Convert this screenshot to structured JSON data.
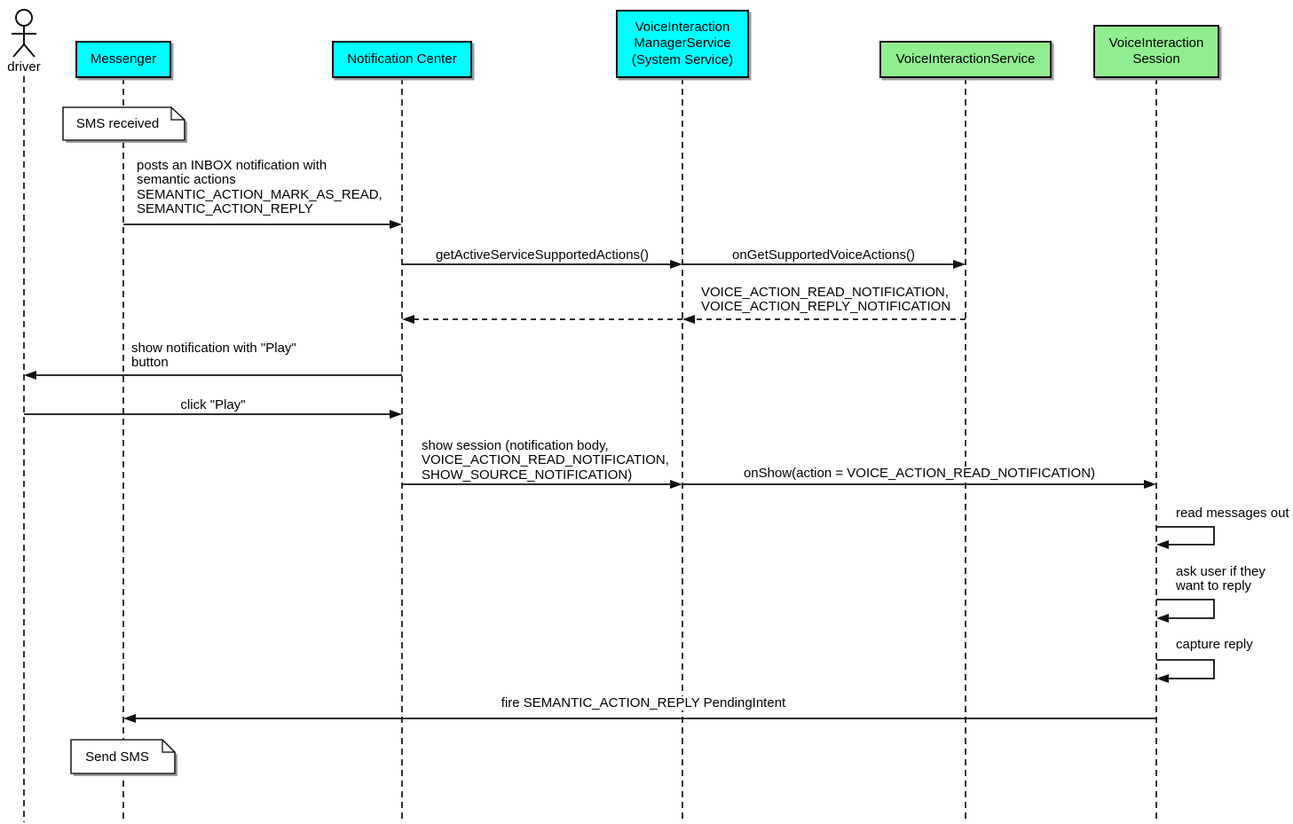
{
  "actor": {
    "name": "driver"
  },
  "participants": [
    {
      "name": "Messenger",
      "fill": "#00FFFF"
    },
    {
      "name": "Notification Center",
      "fill": "#00FFFF"
    },
    {
      "name": "VoiceInteraction\nManagerService\n(System Service)",
      "fill": "#00FFFF"
    },
    {
      "name": "VoiceInteractionService",
      "fill": "#90EE90"
    },
    {
      "name": "VoiceInteraction\nSession",
      "fill": "#90EE90"
    }
  ],
  "notes": [
    {
      "text": "SMS received",
      "attached_to": "Messenger"
    },
    {
      "text": "Send SMS",
      "attached_to": "Messenger"
    }
  ],
  "messages": [
    {
      "label": "posts an INBOX notification with\nsemantic actions\nSEMANTIC_ACTION_MARK_AS_READ,\nSEMANTIC_ACTION_REPLY",
      "from": "Messenger",
      "to": "Notification Center",
      "type": "solid"
    },
    {
      "label": "getActiveServiceSupportedActions()",
      "from": "Notification Center",
      "to": "VoiceInteraction ManagerService (System Service)",
      "type": "solid"
    },
    {
      "label": "onGetSupportedVoiceActions()",
      "from": "VoiceInteraction ManagerService (System Service)",
      "to": "VoiceInteractionService",
      "type": "solid"
    },
    {
      "label": "VOICE_ACTION_READ_NOTIFICATION,\nVOICE_ACTION_REPLY_NOTIFICATION",
      "from": "VoiceInteractionService",
      "to": "Notification Center",
      "type": "dashed-return"
    },
    {
      "label": "show notification with \"Play\"\nbutton",
      "from": "Notification Center",
      "to": "driver",
      "type": "solid"
    },
    {
      "label": "click \"Play\"",
      "from": "driver",
      "to": "Notification Center",
      "type": "solid"
    },
    {
      "label": "show session (notification body,\nVOICE_ACTION_READ_NOTIFICATION,\nSHOW_SOURCE_NOTIFICATION)",
      "from": "Notification Center",
      "to": "VoiceInteraction ManagerService (System Service)",
      "type": "solid"
    },
    {
      "label": "onShow(action = VOICE_ACTION_READ_NOTIFICATION)",
      "from": "VoiceInteraction ManagerService (System Service)",
      "to": "VoiceInteraction Session",
      "type": "solid"
    },
    {
      "label": "read messages out",
      "from": "VoiceInteraction Session",
      "to": "VoiceInteraction Session",
      "type": "self"
    },
    {
      "label": "ask user if they\nwant to reply",
      "from": "VoiceInteraction Session",
      "to": "VoiceInteraction Session",
      "type": "self"
    },
    {
      "label": "capture reply",
      "from": "VoiceInteraction Session",
      "to": "VoiceInteraction Session",
      "type": "self"
    },
    {
      "label": "fire SEMANTIC_ACTION_REPLY PendingIntent",
      "from": "VoiceInteraction Session",
      "to": "Messenger",
      "type": "solid"
    }
  ],
  "colors": {
    "participant_cyan": "#00FFFF",
    "participant_green": "#90EE90",
    "line": "#000000",
    "background": "#FFFFFF",
    "shadow": "#999999"
  }
}
